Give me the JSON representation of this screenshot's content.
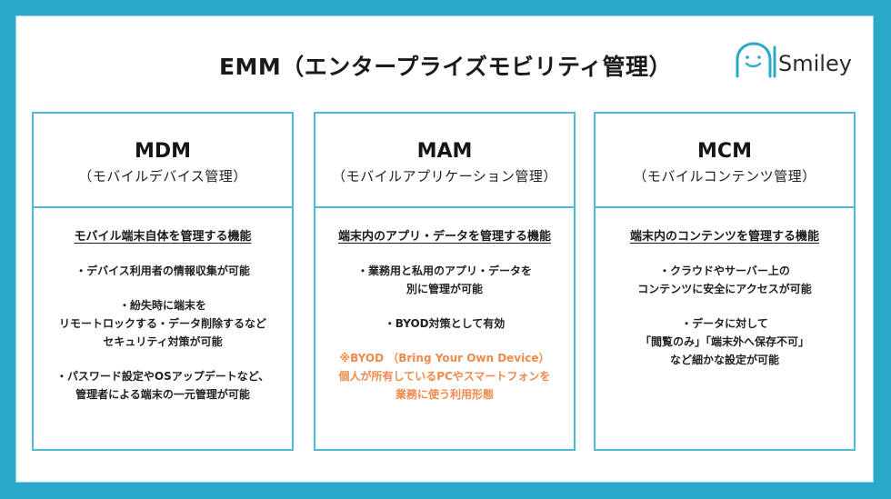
{
  "title": "EMM（エンタープライズモビリティ管理）",
  "logo": {
    "text": "Smiley",
    "icon": "ai-smiley-face-icon",
    "color": "#2aa9c9"
  },
  "colors": {
    "frame": "#2aa9c9",
    "box_border": "#4bbcd8",
    "note": "#f08a4b",
    "text": "#222222"
  },
  "boxes": [
    {
      "abbr": "MDM",
      "full": "（モバイルデバイス管理）",
      "subtitle": "モバイル端末自体を管理する機能",
      "items": [
        "・デバイス利用者の情報収集が可能",
        "・紛失時に端末を\nリモートロックする・データ削除するなど\nセキュリティ対策が可能",
        "・パスワード設定やOSアップデートなど、\n管理者による端末の一元管理が可能"
      ]
    },
    {
      "abbr": "MAM",
      "full": "（モバイルアプリケーション管理）",
      "subtitle": "端末内のアプリ・データを管理する機能",
      "items": [
        "・業務用と私用のアプリ・データを\n別に管理が可能",
        "・BYOD対策として有効"
      ],
      "note": "※BYOD （Bring Your Own Device）\n個人が所有しているPCやスマートフォンを\n業務に使う利用形態"
    },
    {
      "abbr": "MCM",
      "full": "（モバイルコンテンツ管理）",
      "subtitle": "端末内のコンテンツを管理する機能",
      "items": [
        "・クラウドやサーバー上の\nコンテンツに安全にアクセスが可能",
        "・データに対して\n「閲覧のみ」「端末外へ保存不可」\nなど細かな設定が可能"
      ]
    }
  ]
}
